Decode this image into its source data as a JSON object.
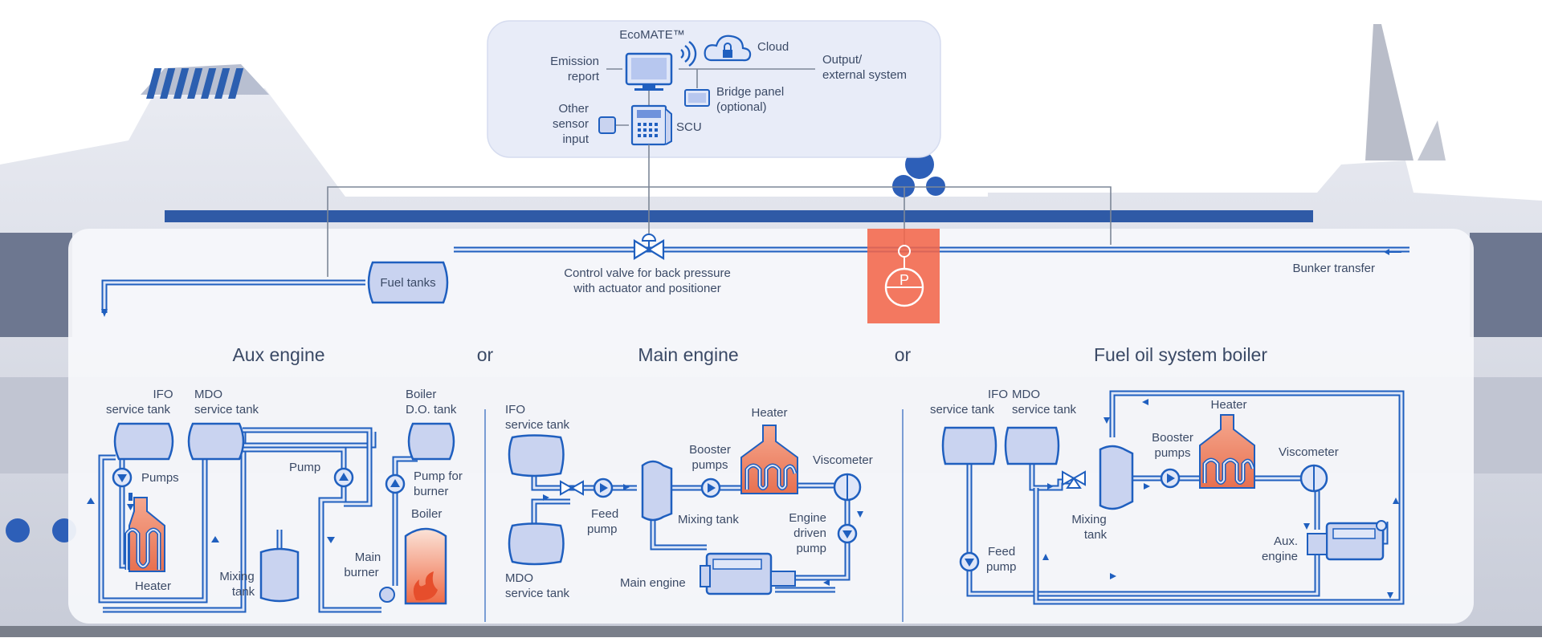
{
  "ecomate": {
    "title": "EcoMATE™",
    "cloud": "Cloud",
    "emission_report": [
      "Emission",
      "report"
    ],
    "output": [
      "Output/",
      "external system"
    ],
    "bridge_panel": [
      "Bridge panel",
      "(optional)"
    ],
    "other_sensor": [
      "Other",
      "sensor",
      "input"
    ],
    "scu": "SCU"
  },
  "top": {
    "control_valve": [
      "Control valve for back pressure",
      "with actuator and positioner"
    ],
    "bunker_transfer": "Bunker transfer",
    "fuel_tanks": "Fuel tanks",
    "flowmeter_symbol": "P"
  },
  "headings": {
    "aux_engine": "Aux engine",
    "or_1": "or",
    "main_engine": "Main engine",
    "or_2": "or",
    "boiler": "Fuel oil system boiler"
  },
  "aux": {
    "ifo": [
      "IFO",
      "service tank"
    ],
    "mdo": [
      "MDO",
      "service tank"
    ],
    "boiler_do": [
      "Boiler",
      "D.O. tank"
    ],
    "pumps": "Pumps",
    "pump": "Pump",
    "pump_burner": [
      "Pump for",
      "burner"
    ],
    "boiler": "Boiler",
    "heater": "Heater",
    "mixing_tank": [
      "Mixing",
      "tank"
    ],
    "main_burner": [
      "Main",
      "burner"
    ]
  },
  "main": {
    "ifo": [
      "IFO",
      "service tank"
    ],
    "mdo": [
      "MDO",
      "service tank"
    ],
    "heater": "Heater",
    "booster": [
      "Booster",
      "pumps"
    ],
    "viscometer": "Viscometer",
    "feed_pump": [
      "Feed",
      "pump"
    ],
    "mixing_tank": "Mixing tank",
    "engine_driven": [
      "Engine",
      "driven",
      "pump"
    ],
    "main_engine": "Main engine"
  },
  "boiler_sys": {
    "ifo": [
      "IFO",
      "service tank"
    ],
    "mdo": [
      "MDO",
      "service tank"
    ],
    "heater": "Heater",
    "booster": [
      "Booster",
      "pumps"
    ],
    "viscometer": "Viscometer",
    "mixing_tank": [
      "Mixing",
      "tank"
    ],
    "feed_pump": [
      "Feed",
      "pump"
    ],
    "aux_engine": [
      "Aux.",
      "engine"
    ]
  },
  "colors": {
    "pipe": "#1f5fbf",
    "tank_fill": "#c9d3f0",
    "heater": "#f08a6e",
    "highlight": "#f2674a",
    "text": "#3b4a66"
  }
}
